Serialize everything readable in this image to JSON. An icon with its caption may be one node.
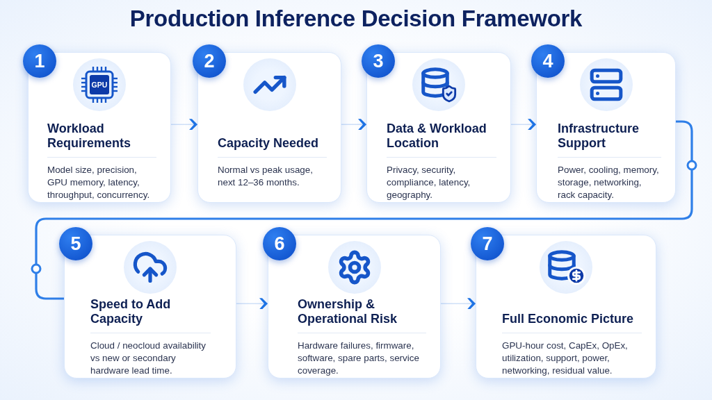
{
  "diagram": {
    "title": "Production Inference Decision Framework",
    "nodes": [
      {
        "text": [
          "1",
          "Workload Requirements",
          "Model size, precision, GPU memory, latency, throughput, concurrency."
        ]
      },
      {
        "text": [
          "2",
          "Capacity Needed",
          "Normal vs peak usage, next 12–36 months."
        ]
      },
      {
        "text": [
          "3",
          "Data & Workload Location",
          "Privacy, security, compliance, latency, geography."
        ]
      },
      {
        "text": [
          "4",
          "Infrastructure Support",
          "Power, cooling, memory, storage, networking, rack capacity."
        ]
      },
      {
        "text": [
          "5",
          "Speed to Add Capacity",
          "Cloud / neocloud availability vs new or secondary hardware lead time."
        ]
      },
      {
        "text": [
          "6",
          "Ownership & Operational Risk",
          "Hardware failures, firmware, software, spare parts, service coverage."
        ]
      },
      {
        "text": [
          "7",
          "Full Economic Picture",
          "GPU-hour cost, CapEx, OpEx, utilization, support, power, networking, residual value."
        ]
      }
    ],
    "edges": [
      {
        "from": 0,
        "to": 1,
        "arrow": "to"
      },
      {
        "from": 1,
        "to": 2,
        "arrow": "to"
      },
      {
        "from": 2,
        "to": 3,
        "arrow": "to"
      },
      {
        "from": 3,
        "to": 4,
        "arrow": "none",
        "style": "thick",
        "color": "#2f7fe8"
      },
      {
        "from": 4,
        "to": 5,
        "arrow": "to"
      },
      {
        "from": 5,
        "to": 6,
        "arrow": "to"
      }
    ],
    "labels": [
      "GPU"
    ]
  }
}
